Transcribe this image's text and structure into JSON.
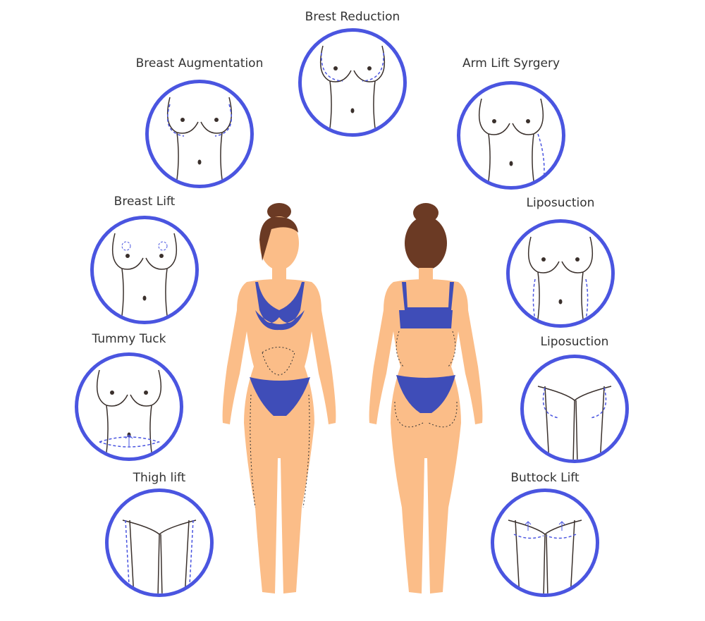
{
  "procedures": [
    {
      "id": "brest-reduction",
      "label": "Brest Reduction"
    },
    {
      "id": "breast-augmentation",
      "label": "Breast Augmentation"
    },
    {
      "id": "arm-lift",
      "label": "Arm Lift Syrgery"
    },
    {
      "id": "breast-lift",
      "label": "Breast Lift"
    },
    {
      "id": "liposuction-front",
      "label": "Liposuction"
    },
    {
      "id": "tummy-tuck",
      "label": "Tummy Tuck"
    },
    {
      "id": "liposuction-back",
      "label": "Liposuction"
    },
    {
      "id": "thigh-lift",
      "label": "Thigh lift"
    },
    {
      "id": "buttock-lift",
      "label": "Buttock Lift"
    }
  ],
  "colors": {
    "accent": "#4a55e0",
    "skin": "#fbbd88",
    "bikini": "#3f4db8",
    "hair": "#6b3a24",
    "line": "#3a302c"
  }
}
